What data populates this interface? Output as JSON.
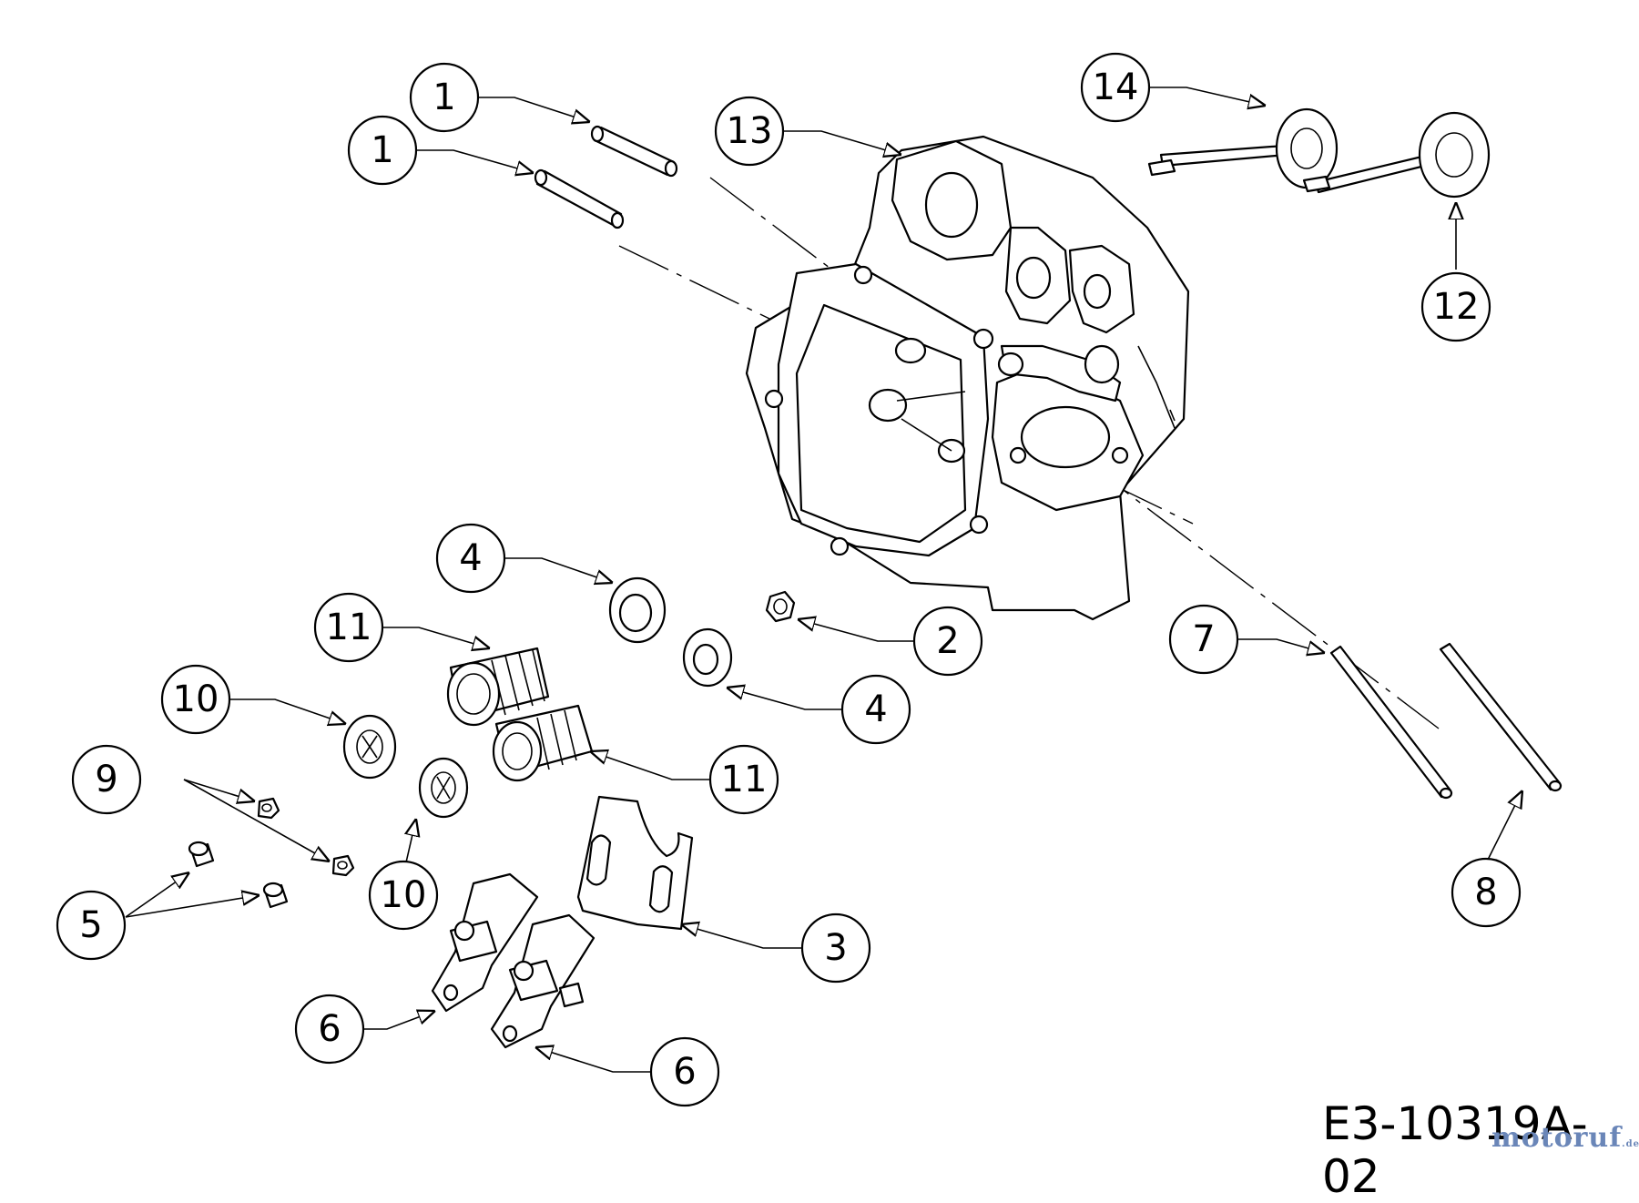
{
  "drawing_code": "E3-10319A-02",
  "watermark": {
    "brand": "motoruf",
    "tld": ".de"
  },
  "callouts": [
    "1",
    "1",
    "13",
    "14",
    "12",
    "4",
    "11",
    "2",
    "4",
    "10",
    "9",
    "11",
    "10",
    "7",
    "5",
    "3",
    "8",
    "6",
    "6"
  ]
}
